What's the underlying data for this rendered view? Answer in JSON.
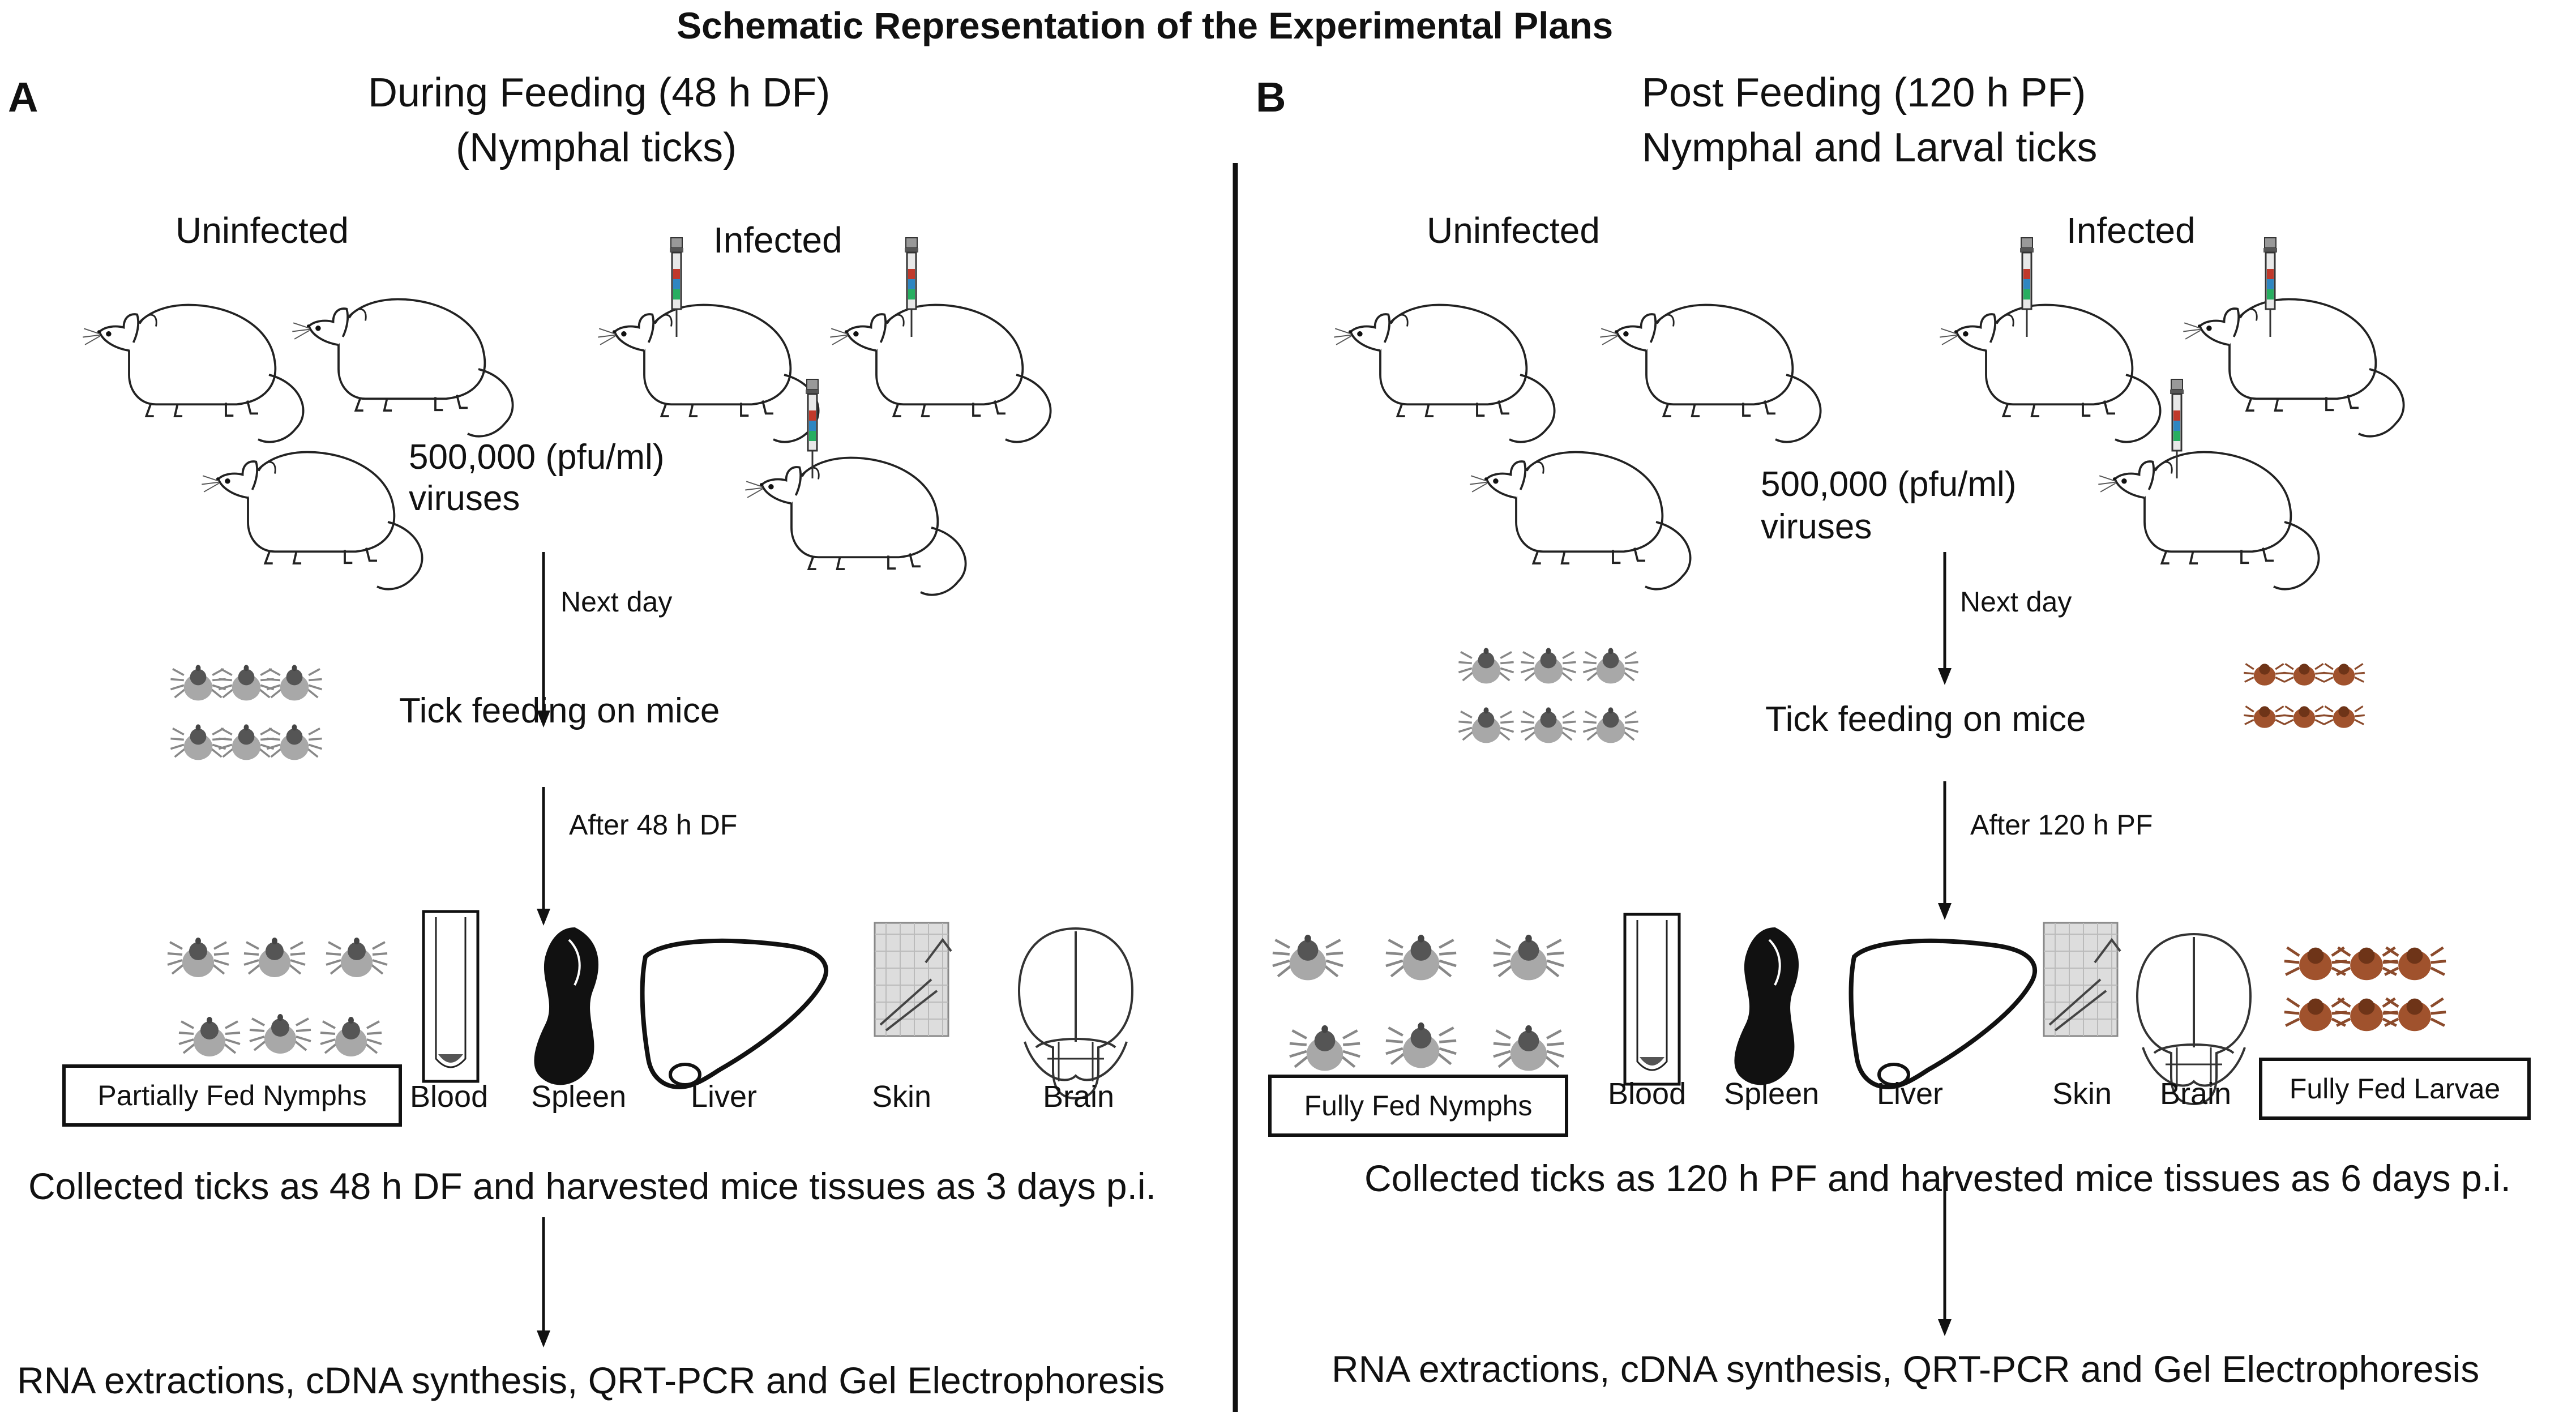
{
  "title": "Schematic Representation of the Experimental Plans",
  "panels": [
    {
      "letter": "A",
      "heading_line1": "During Feeding (48 h DF)",
      "heading_line2": "(Nymphal ticks)",
      "uninfected_label": "Uninfected",
      "infected_label": "Infected",
      "virus_dose_line1": "500,000 (pfu/ml)",
      "virus_dose_line2": "viruses",
      "step1": "Next day",
      "feeding": "Tick feeding on mice",
      "step2": "After 48 h DF",
      "tick_box": "Partially Fed Nymphs",
      "tissues": [
        "Blood",
        "Spleen",
        "Liver",
        "Skin",
        "Brain"
      ],
      "collected": "Collected ticks as 48 h DF and harvested mice tissues as 3 days p.i.",
      "final": "RNA extractions, cDNA synthesis, QRT-PCR and Gel Electrophoresis"
    },
    {
      "letter": "B",
      "heading_line1": "Post Feeding (120 h PF)",
      "heading_line2": "Nymphal and Larval ticks",
      "uninfected_label": "Uninfected",
      "infected_label": "Infected",
      "virus_dose_line1": "500,000 (pfu/ml)",
      "virus_dose_line2": "viruses",
      "step1": "Next day",
      "feeding": "Tick feeding on mice",
      "step2": "After 120 h PF",
      "tick_box_nymphs": "Fully Fed Nymphs",
      "tick_box_larvae": "Fully Fed Larvae",
      "tissues": [
        "Blood",
        "Spleen",
        "Liver",
        "Skin",
        "Brain"
      ],
      "collected": "Collected ticks as 120 h PF and harvested mice tissues as 6 days p.i.",
      "final": "RNA extractions, cDNA synthesis, QRT-PCR and Gel Electrophoresis"
    }
  ],
  "colors": {
    "nymph": "#6f6f6f",
    "larva": "#8b4a2b",
    "line": "#111111"
  }
}
